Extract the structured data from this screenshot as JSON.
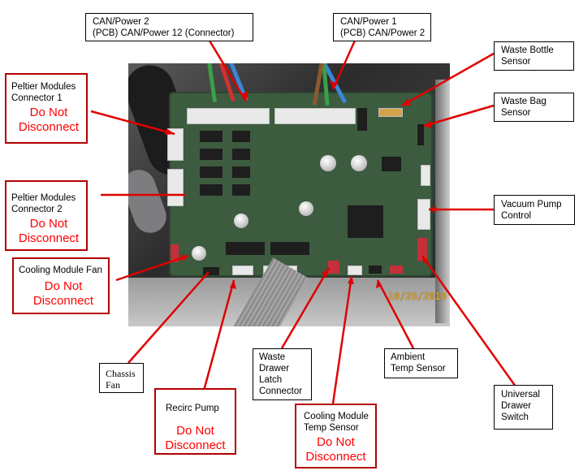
{
  "photo": {
    "subject": "Control PCB with connectors",
    "date_stamp": "10/26/2010"
  },
  "colors": {
    "leader_line": "#e00000",
    "warning_text": "#ff0000",
    "warning_border": "#b40000",
    "label_border": "#000000"
  },
  "callouts": {
    "can_power_2": {
      "line1": "CAN/Power 2",
      "line2": "(PCB) CAN/Power 12 (Connector)"
    },
    "can_power_1": {
      "line1": "CAN/Power 1",
      "line2": "(PCB) CAN/Power 2"
    },
    "waste_bottle_sensor": {
      "text": "Waste Bottle\nSensor"
    },
    "waste_bag_sensor": {
      "text": "Waste Bag\nSensor"
    },
    "vacuum_pump_control": {
      "text": "Vacuum Pump\nControl"
    },
    "peltier_1": {
      "text": "Peltier Modules\nConnector 1",
      "warning": "Do Not\nDisconnect"
    },
    "peltier_2": {
      "text": "Peltier Modules\nConnector 2",
      "warning": "Do Not\nDisconnect"
    },
    "cooling_fan": {
      "text": "Cooling Module Fan",
      "warning": "Do Not\nDisconnect"
    },
    "chassis_fan": {
      "text": "Chassis\nFan"
    },
    "recirc_pump": {
      "text": "Recirc Pump",
      "warning": "Do Not\nDisconnect"
    },
    "waste_drawer_latch": {
      "text": "Waste\nDrawer\nLatch\nConnector"
    },
    "cooling_temp_sensor": {
      "text": "Cooling Module\nTemp Sensor",
      "warning": "Do Not\nDisconnect"
    },
    "ambient_temp_sensor": {
      "text": "Ambient\nTemp Sensor"
    },
    "universal_drawer_switch": {
      "text": "Universal\nDrawer\nSwitch"
    }
  }
}
